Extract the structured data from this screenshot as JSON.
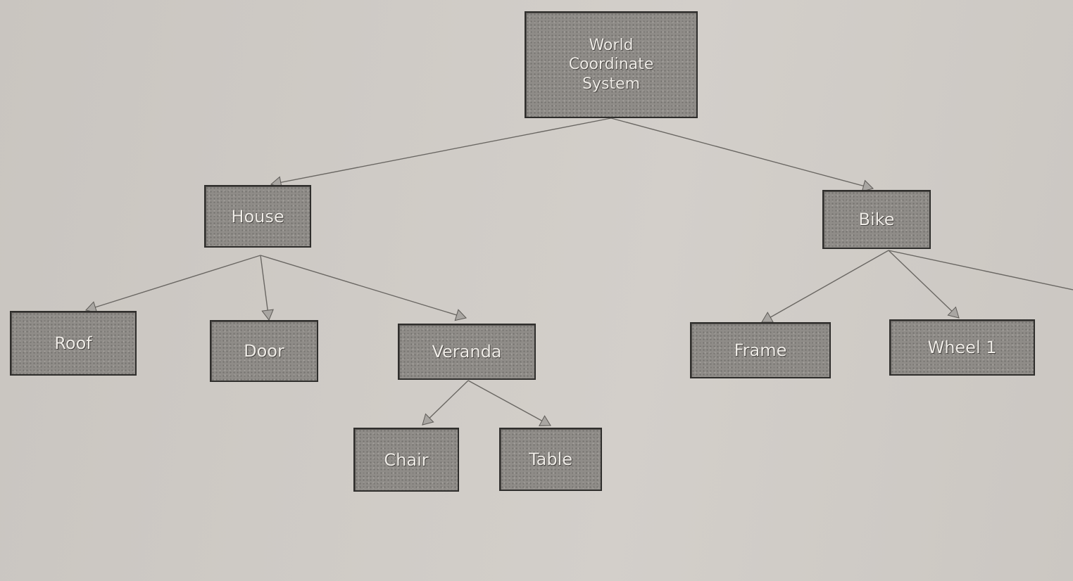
{
  "diagram": {
    "type": "tree",
    "nodes": [
      {
        "id": "world",
        "label": "World\nCoordinate\nSystem"
      },
      {
        "id": "house",
        "label": "House"
      },
      {
        "id": "bike",
        "label": "Bike"
      },
      {
        "id": "roof",
        "label": "Roof"
      },
      {
        "id": "door",
        "label": "Door"
      },
      {
        "id": "veranda",
        "label": "Veranda"
      },
      {
        "id": "frame",
        "label": "Frame"
      },
      {
        "id": "wheel1",
        "label": "Wheel 1"
      },
      {
        "id": "chair",
        "label": "Chair"
      },
      {
        "id": "table",
        "label": "Table"
      }
    ],
    "edges": [
      {
        "from": "world",
        "to": "house"
      },
      {
        "from": "world",
        "to": "bike"
      },
      {
        "from": "house",
        "to": "roof"
      },
      {
        "from": "house",
        "to": "door"
      },
      {
        "from": "house",
        "to": "veranda"
      },
      {
        "from": "bike",
        "to": "frame"
      },
      {
        "from": "bike",
        "to": "wheel1"
      },
      {
        "from": "bike",
        "to": "offpage"
      },
      {
        "from": "veranda",
        "to": "chair"
      },
      {
        "from": "veranda",
        "to": "table"
      }
    ]
  }
}
